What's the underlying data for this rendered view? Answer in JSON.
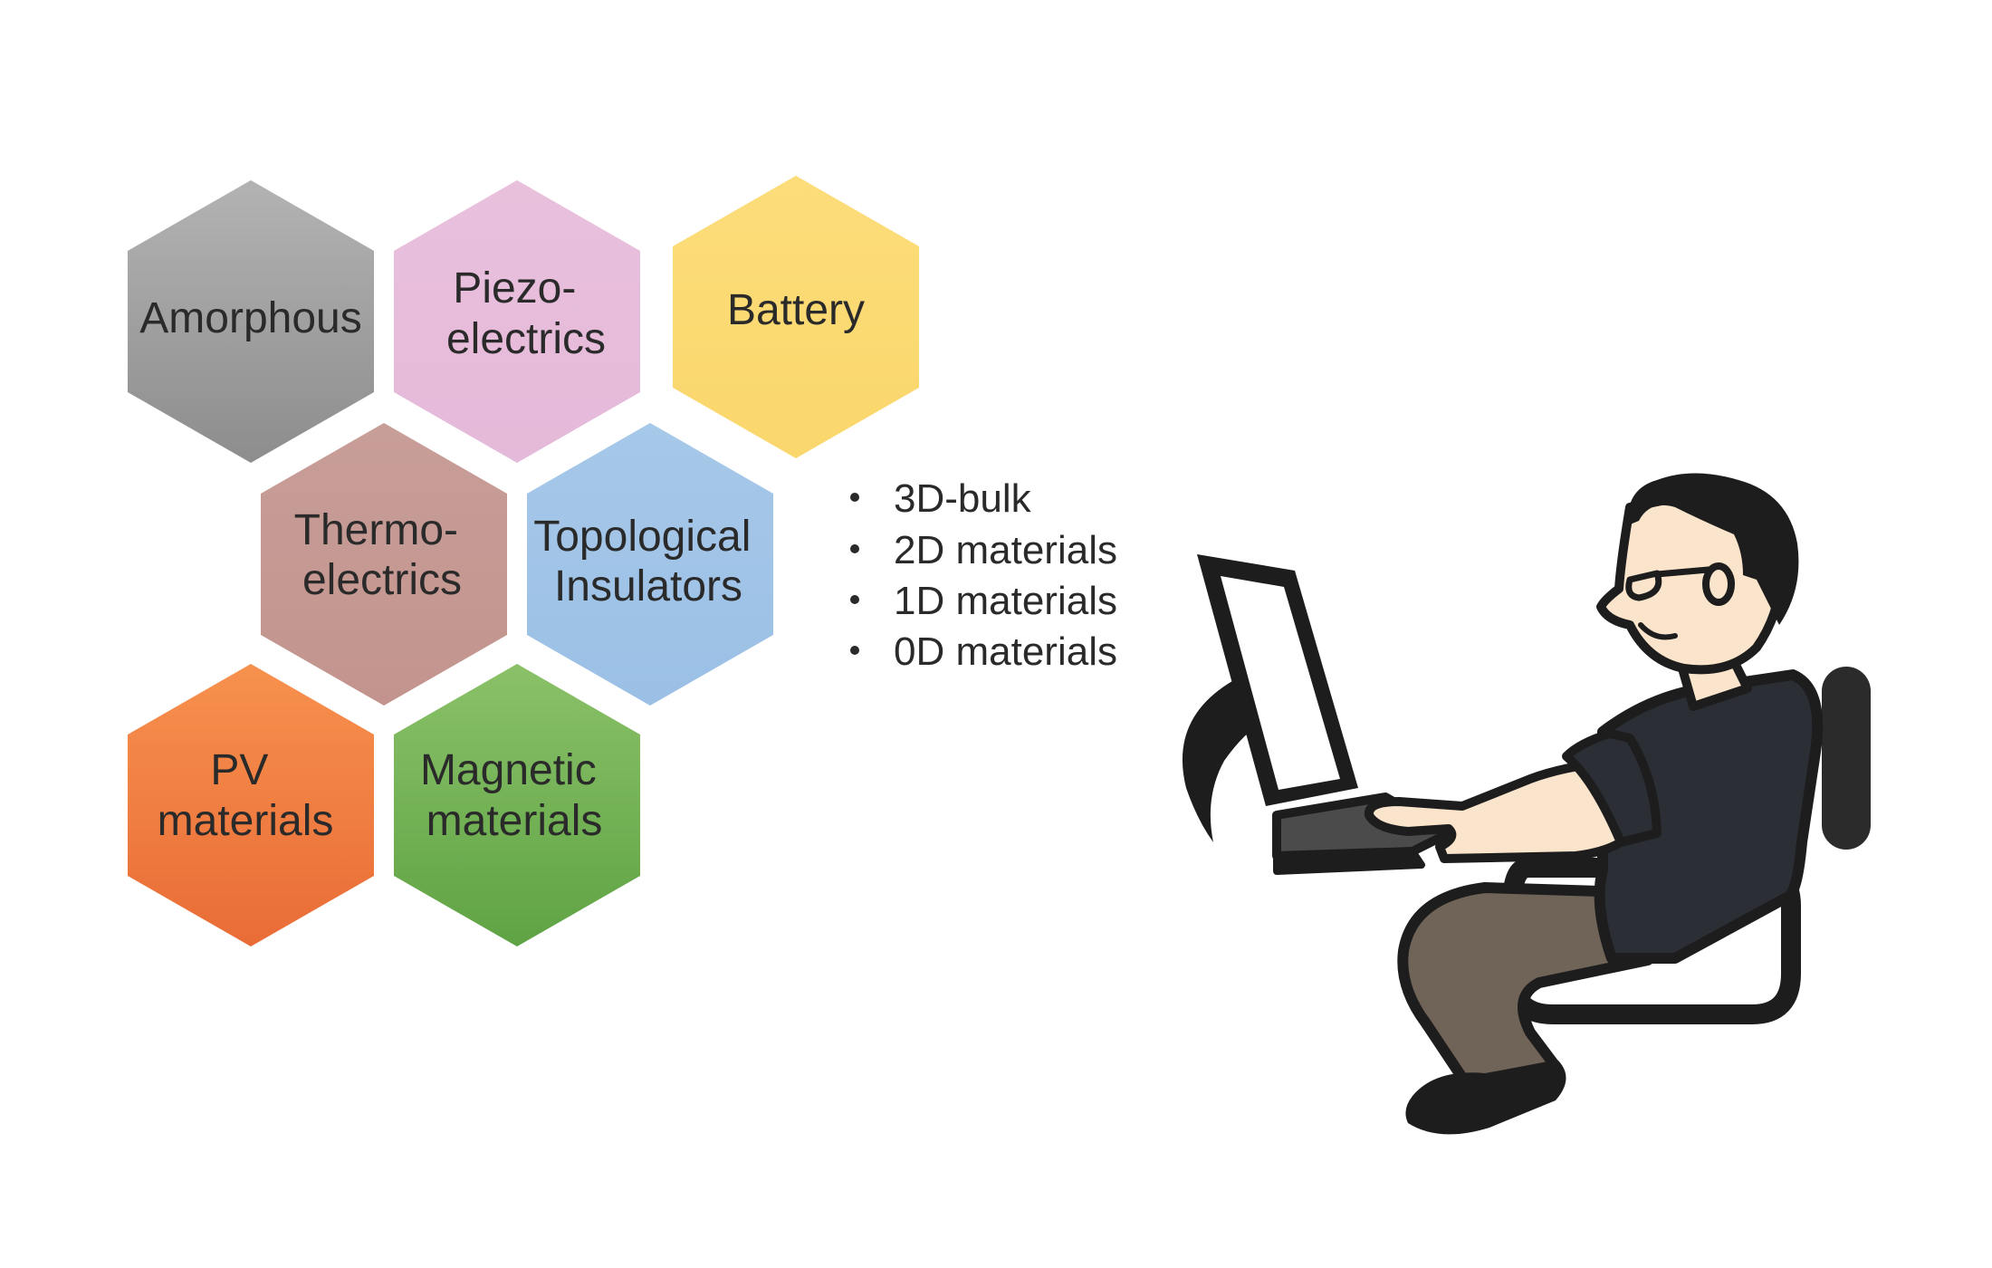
{
  "hexagons": [
    {
      "id": "amorphous",
      "lines": [
        "Amorphous"
      ],
      "color_top": "#b2b2b2",
      "color_bottom": "#8e8e8e"
    },
    {
      "id": "piezo",
      "lines": [
        "Piezo-",
        "electrics"
      ],
      "color_top": "#e7bedb",
      "color_bottom": "#e6bcdb"
    },
    {
      "id": "battery",
      "lines": [
        "Battery"
      ],
      "color_top": "#fbdc78",
      "color_bottom": "#fbd970"
    },
    {
      "id": "thermo",
      "lines": [
        "Thermo-",
        "electrics"
      ],
      "color_top": "#c79c96",
      "color_bottom": "#c49690"
    },
    {
      "id": "topological",
      "lines": [
        "Topological",
        "Insulators"
      ],
      "color_top": "#a4c6e8",
      "color_bottom": "#9dc2e6"
    },
    {
      "id": "pv",
      "lines": [
        "PV",
        "materials"
      ],
      "color_top": "#f6904d",
      "color_bottom": "#ea7038"
    },
    {
      "id": "magnetic",
      "lines": [
        "Magnetic",
        "materials"
      ],
      "color_top": "#88bf67",
      "color_bottom": "#62a546"
    }
  ],
  "bullets": [
    "3D-bulk",
    "2D materials",
    "1D materials",
    "0D materials"
  ],
  "illustration": {
    "icon": "person-at-computer-icon",
    "colors": {
      "outline": "#1d1d1d",
      "skin": "#fae5cc",
      "shirt": "#2b2e35",
      "pants": "#6f6358",
      "hair": "#1d1d1d",
      "screen": "#ffffff"
    }
  }
}
